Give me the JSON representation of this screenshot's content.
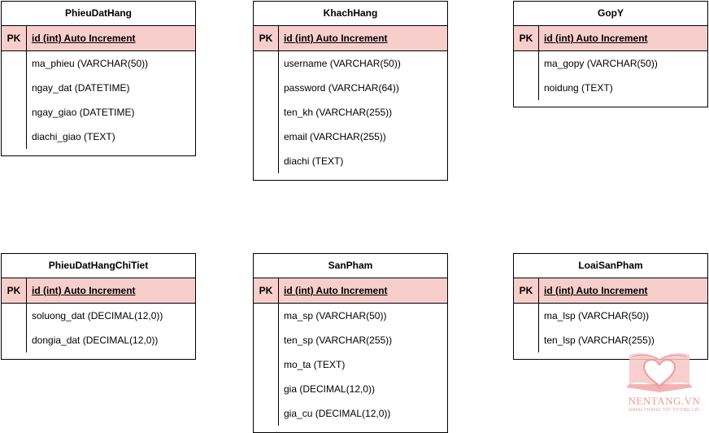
{
  "pk_label": "PK",
  "pk_field": "id (int) Auto Increment",
  "tables": {
    "phieudathang": {
      "name": "PhieuDatHang",
      "fields": [
        "ma_phieu (VARCHAR(50))",
        "ngay_dat (DATETIME)",
        "ngay_giao (DATETIME)",
        "diachi_giao (TEXT)"
      ]
    },
    "khachhang": {
      "name": "KhachHang",
      "fields": [
        "username (VARCHAR(50))",
        "password (VARCHAR(64))",
        "ten_kh (VARCHAR(255))",
        "email (VARCHAR(255))",
        "diachi (TEXT)"
      ]
    },
    "gopy": {
      "name": "GopY",
      "fields": [
        "ma_gopy (VARCHAR(50))",
        "noidung (TEXT)"
      ]
    },
    "phieudathangchitiet": {
      "name": "PhieuDatHangChiTiet",
      "fields": [
        "soluong_dat (DECIMAL(12,0))",
        "dongia_dat (DECIMAL(12,0))"
      ]
    },
    "sanpham": {
      "name": "SanPham",
      "fields": [
        "ma_sp (VARCHAR(50))",
        "ten_sp (VARCHAR(255))",
        "mo_ta (TEXT)",
        "gia (DECIMAL(12,0))",
        "gia_cu (DECIMAL(12,0))"
      ]
    },
    "loaisanpham": {
      "name": "LoaiSanPham",
      "fields": [
        "ma_lsp (VARCHAR(50))",
        "ten_lsp (VARCHAR(255))"
      ]
    }
  },
  "logo": {
    "name": "NENTANG.VN",
    "tagline": "HÀNH TRANG TỚI TƯƠNG LAI",
    "color": "#ef9a9a"
  }
}
